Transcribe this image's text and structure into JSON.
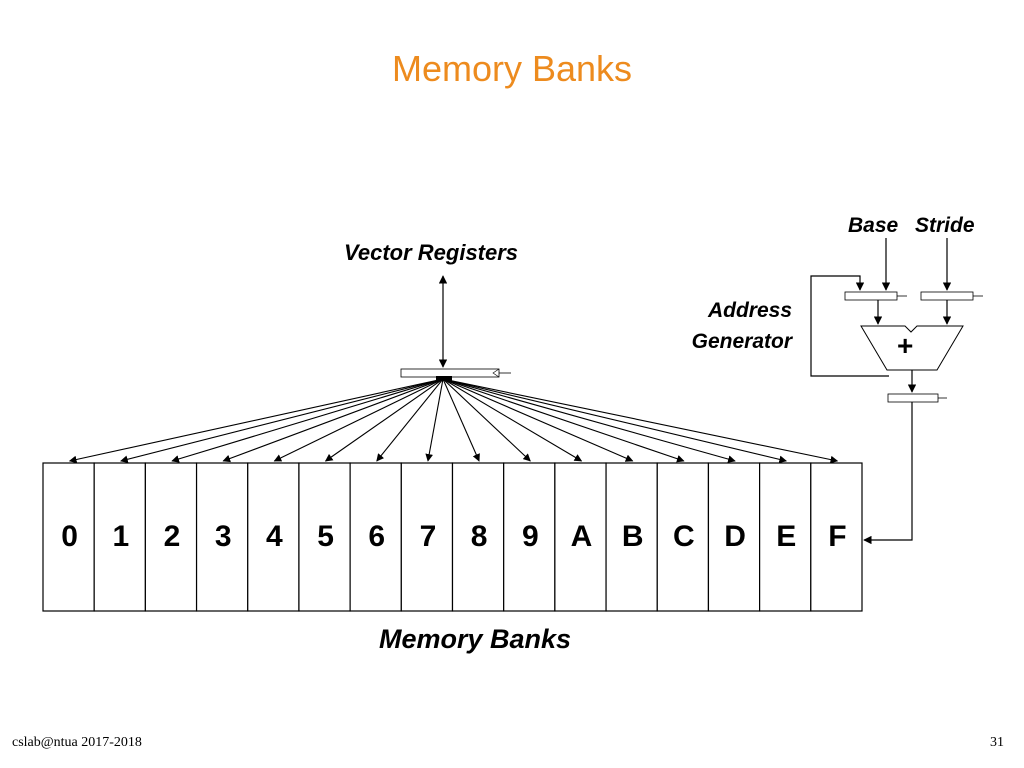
{
  "slide": {
    "title": "Memory Banks",
    "footer": "cslab@ntua 2017-2018",
    "page_number": "31"
  },
  "diagram": {
    "vector_registers_label": "Vector Registers",
    "base_label": "Base",
    "stride_label": "Stride",
    "address_generator_label_line1": "Address",
    "address_generator_label_line2": "Generator",
    "adder_symbol": "+",
    "memory_banks_label": "Memory Banks",
    "banks": [
      "0",
      "1",
      "2",
      "3",
      "4",
      "5",
      "6",
      "7",
      "8",
      "9",
      "A",
      "B",
      "C",
      "D",
      "E",
      "F"
    ],
    "line_color": "#000000",
    "title_color": "#ED8B1E"
  }
}
